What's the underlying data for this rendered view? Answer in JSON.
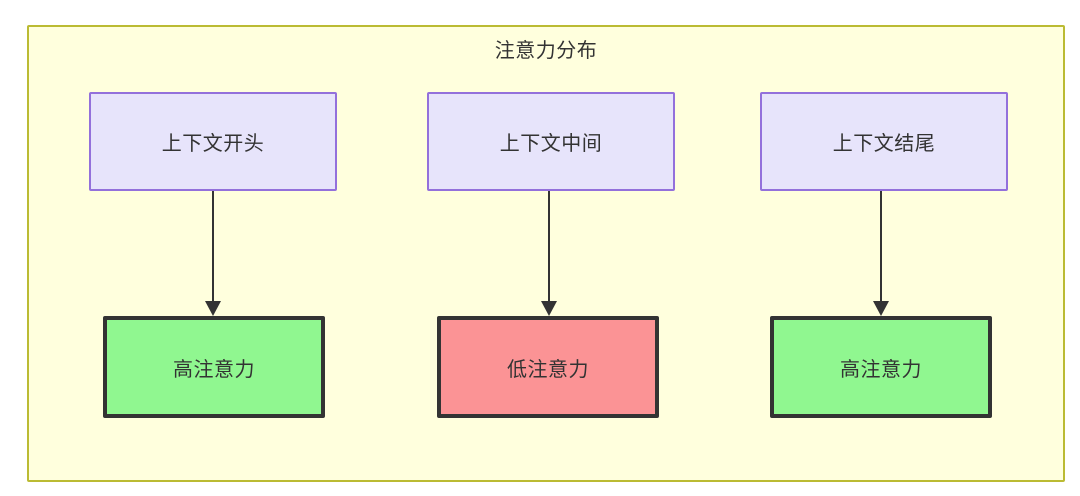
{
  "diagram": {
    "title": "注意力分布",
    "type": "flowchart",
    "container": {
      "fill": "#ffffdd",
      "stroke": "#bbbb33"
    },
    "columns": [
      {
        "id": "col1",
        "source": {
          "label": "上下文开头",
          "fill": "#e7e4fb",
          "stroke": "#9370db"
        },
        "target": {
          "label": "高注意力",
          "fill": "#90f790",
          "stroke": "#333333"
        }
      },
      {
        "id": "col2",
        "source": {
          "label": "上下文中间",
          "fill": "#e7e4fb",
          "stroke": "#9370db"
        },
        "target": {
          "label": "低注意力",
          "fill": "#fb9395",
          "stroke": "#333333"
        }
      },
      {
        "id": "col3",
        "source": {
          "label": "上下文结尾",
          "fill": "#e7e4fb",
          "stroke": "#9370db"
        },
        "target": {
          "label": "高注意力",
          "fill": "#90f790",
          "stroke": "#333333"
        }
      }
    ],
    "edges": [
      {
        "from": "上下文开头",
        "to": "高注意力",
        "arrow": "down-arrow-icon"
      },
      {
        "from": "上下文中间",
        "to": "低注意力",
        "arrow": "down-arrow-icon"
      },
      {
        "from": "上下文结尾",
        "to": "高注意力",
        "arrow": "down-arrow-icon"
      }
    ]
  }
}
